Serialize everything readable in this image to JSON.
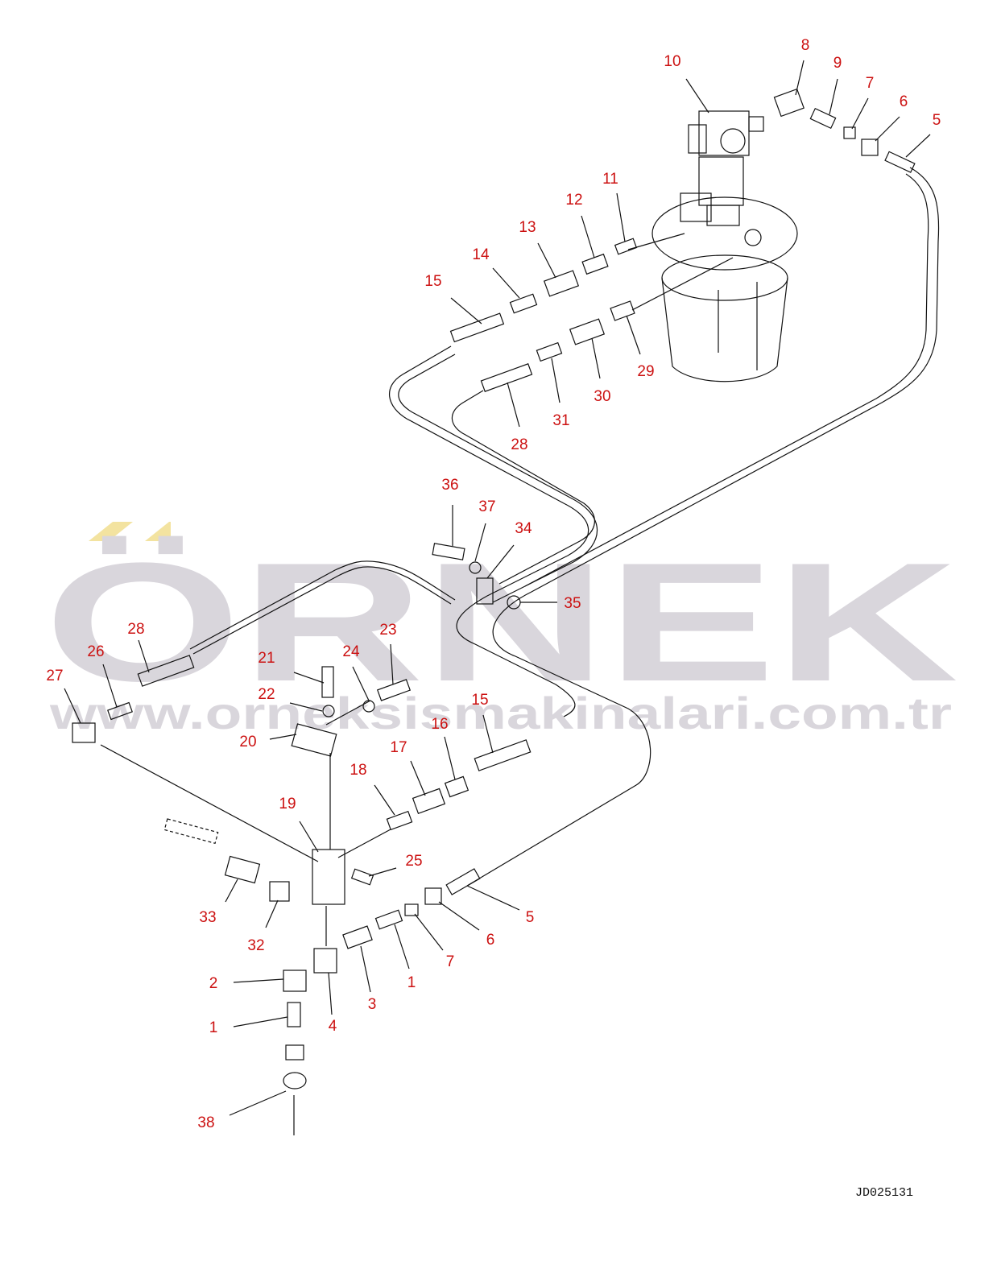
{
  "drawing_code": "JD025131",
  "watermark": {
    "brand": "ÖRNEK",
    "url": "www.orneksismakinalari.com.tr"
  },
  "colors": {
    "label": "#cc1111",
    "line": "#111111",
    "watermark_gray": "#d9d6dc",
    "watermark_dots": "#f3e3a0"
  },
  "callouts": [
    {
      "id": "c10",
      "text": "10"
    },
    {
      "id": "c8",
      "text": "8"
    },
    {
      "id": "c9",
      "text": "9"
    },
    {
      "id": "c7a",
      "text": "7"
    },
    {
      "id": "c6a",
      "text": "6"
    },
    {
      "id": "c5a",
      "text": "5"
    },
    {
      "id": "c11",
      "text": "11"
    },
    {
      "id": "c12",
      "text": "12"
    },
    {
      "id": "c13",
      "text": "13"
    },
    {
      "id": "c14",
      "text": "14"
    },
    {
      "id": "c15a",
      "text": "15"
    },
    {
      "id": "c29",
      "text": "29"
    },
    {
      "id": "c30",
      "text": "30"
    },
    {
      "id": "c31",
      "text": "31"
    },
    {
      "id": "c28a",
      "text": "28"
    },
    {
      "id": "c36",
      "text": "36"
    },
    {
      "id": "c37",
      "text": "37"
    },
    {
      "id": "c34",
      "text": "34"
    },
    {
      "id": "c35",
      "text": "35"
    },
    {
      "id": "c28b",
      "text": "28"
    },
    {
      "id": "c26",
      "text": "26"
    },
    {
      "id": "c27",
      "text": "27"
    },
    {
      "id": "c21",
      "text": "21"
    },
    {
      "id": "c24",
      "text": "24"
    },
    {
      "id": "c23",
      "text": "23"
    },
    {
      "id": "c22",
      "text": "22"
    },
    {
      "id": "c20",
      "text": "20"
    },
    {
      "id": "c15b",
      "text": "15"
    },
    {
      "id": "c16",
      "text": "16"
    },
    {
      "id": "c17",
      "text": "17"
    },
    {
      "id": "c18",
      "text": "18"
    },
    {
      "id": "c19",
      "text": "19"
    },
    {
      "id": "c25",
      "text": "25"
    },
    {
      "id": "c33",
      "text": "33"
    },
    {
      "id": "c32",
      "text": "32"
    },
    {
      "id": "c5b",
      "text": "5"
    },
    {
      "id": "c6b",
      "text": "6"
    },
    {
      "id": "c7b",
      "text": "7"
    },
    {
      "id": "c1a",
      "text": "1"
    },
    {
      "id": "c3",
      "text": "3"
    },
    {
      "id": "c4",
      "text": "4"
    },
    {
      "id": "c2",
      "text": "2"
    },
    {
      "id": "c1b",
      "text": "1"
    },
    {
      "id": "c38",
      "text": "38"
    }
  ]
}
